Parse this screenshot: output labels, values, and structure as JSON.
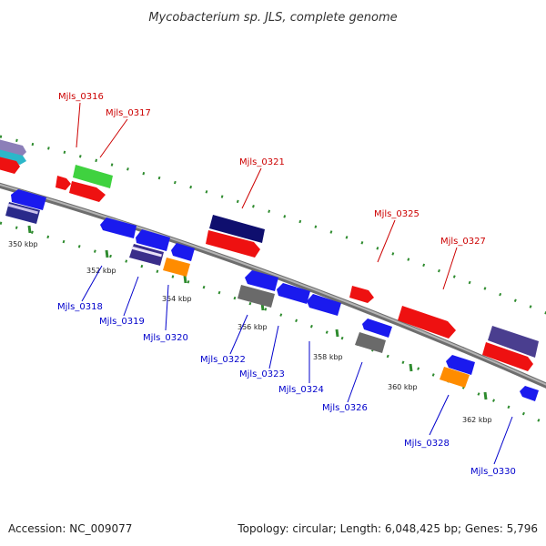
{
  "title": "Mycobacterium sp. JLS, complete genome",
  "footer": {
    "accession": "Accession: NC_009077",
    "summary": "Topology: circular; Length: 6,048,425 bp; Genes: 5,796"
  },
  "colors": {
    "backbone": "#8c8c8c",
    "tick": "#2e8b2e",
    "label_forward": "#cc0000",
    "label_reverse": "#0000cc"
  },
  "scale_ticks": [
    {
      "text": "350 kbp"
    },
    {
      "text": "352 kbp"
    },
    {
      "text": "354 kbp"
    },
    {
      "text": "356 kbp"
    },
    {
      "text": "358 kbp"
    },
    {
      "text": "360 kbp"
    },
    {
      "text": "362 kbp"
    }
  ],
  "gene_labels": [
    {
      "text": "Mjls_0316",
      "strand": "forward"
    },
    {
      "text": "Mjls_0317",
      "strand": "forward"
    },
    {
      "text": "Mjls_0321",
      "strand": "forward"
    },
    {
      "text": "Mjls_0325",
      "strand": "forward"
    },
    {
      "text": "Mjls_0327",
      "strand": "forward"
    },
    {
      "text": "Mjls_0318",
      "strand": "reverse"
    },
    {
      "text": "Mjls_0319",
      "strand": "reverse"
    },
    {
      "text": "Mjls_0320",
      "strand": "reverse"
    },
    {
      "text": "Mjls_0322",
      "strand": "reverse"
    },
    {
      "text": "Mjls_0323",
      "strand": "reverse"
    },
    {
      "text": "Mjls_0324",
      "strand": "reverse"
    },
    {
      "text": "Mjls_0326",
      "strand": "reverse"
    },
    {
      "text": "Mjls_0328",
      "strand": "reverse"
    },
    {
      "text": "Mjls_0330",
      "strand": "reverse"
    }
  ]
}
